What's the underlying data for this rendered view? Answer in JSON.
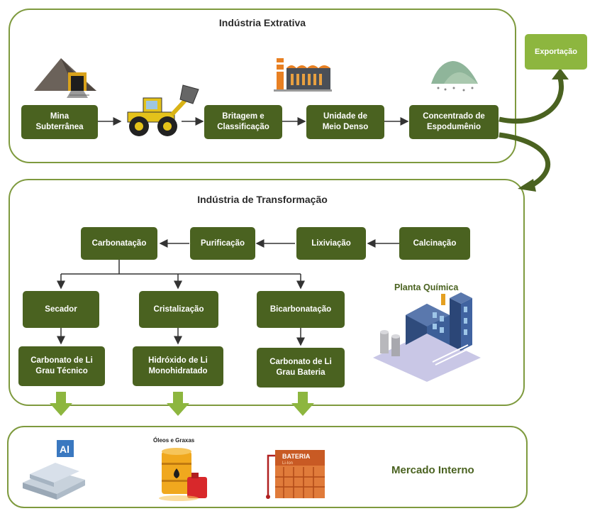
{
  "sections": {
    "extractive": {
      "title": "Indústria Extrativa"
    },
    "transformation": {
      "title": "Indústria de Transformação"
    },
    "market": {
      "title": "Mercado Interno"
    }
  },
  "extractive_nodes": {
    "mine": {
      "line1": "Mina",
      "line2": "Subterrânea"
    },
    "crushing": {
      "line1": "Britagem e",
      "line2": "Classificação"
    },
    "dense_media": {
      "line1": "Unidade de",
      "line2": "Meio Denso"
    },
    "concentrate": {
      "line1": "Concentrado de",
      "line2": "Espodumênio"
    }
  },
  "export": {
    "label": "Exportação"
  },
  "transformation_nodes": {
    "calcination": "Calcinação",
    "leaching": "Lixiviação",
    "purification": "Purificação",
    "carbonation": "Carbonatação",
    "dryer": "Secador",
    "crystallization": "Cristalização",
    "bicarbonation": "Bicarbonatação"
  },
  "products": {
    "tech": {
      "line1": "Carbonato de Li",
      "line2": "Grau Técnico"
    },
    "hydroxide": {
      "line1": "Hidróxido de Li",
      "line2": "Monohidratado"
    },
    "battery": {
      "line1": "Carbonato de Li",
      "line2": "Grau Bateria"
    }
  },
  "plant_label": "Planta Química",
  "market_labels": {
    "aluminum_symbol": "Al",
    "oils_label": "Óleos e Graxas",
    "battery_label": "BATERIA",
    "battery_sub": "Li-Ion"
  },
  "colors": {
    "dark_green": "#4a6220",
    "light_green": "#8db63f",
    "border_green": "#7e9a3e",
    "arrow_green": "#8db63f"
  },
  "icons": {
    "mine": "mine-entrance-icon",
    "loader": "wheel-loader-icon",
    "factory": "factory-icon",
    "ore_pile": "ore-pile-icon",
    "chemical_plant": "chemical-plant-icon",
    "aluminum": "aluminum-ingots-icon",
    "oil_barrel": "oil-barrel-icon",
    "battery": "battery-icon"
  }
}
